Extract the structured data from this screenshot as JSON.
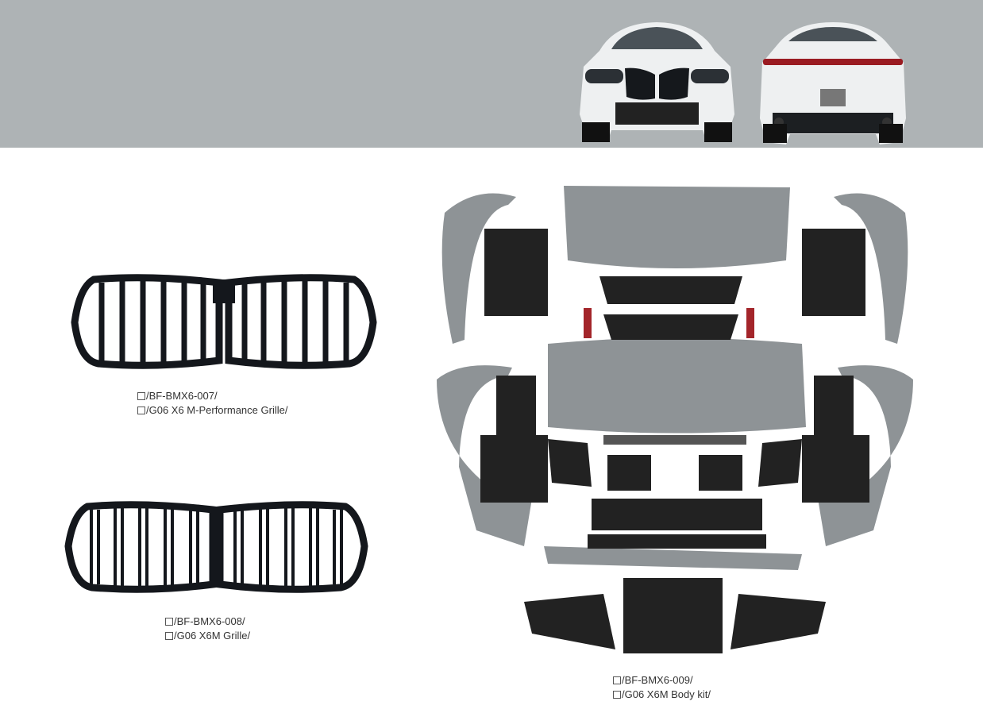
{
  "products": [
    {
      "code": "/BF-BMX6-007/",
      "name": "/G06 X6 M-Performance Grille/"
    },
    {
      "code": "/BF-BMX6-008/",
      "name": "/G06 X6M Grille/"
    },
    {
      "code": "/BF-BMX6-009/",
      "name": "/G06 X6M Body kit/"
    }
  ],
  "colors": {
    "banner": "#aeb3b5",
    "gloss_black": "#14171c",
    "primer_grey": "#8e9396"
  }
}
